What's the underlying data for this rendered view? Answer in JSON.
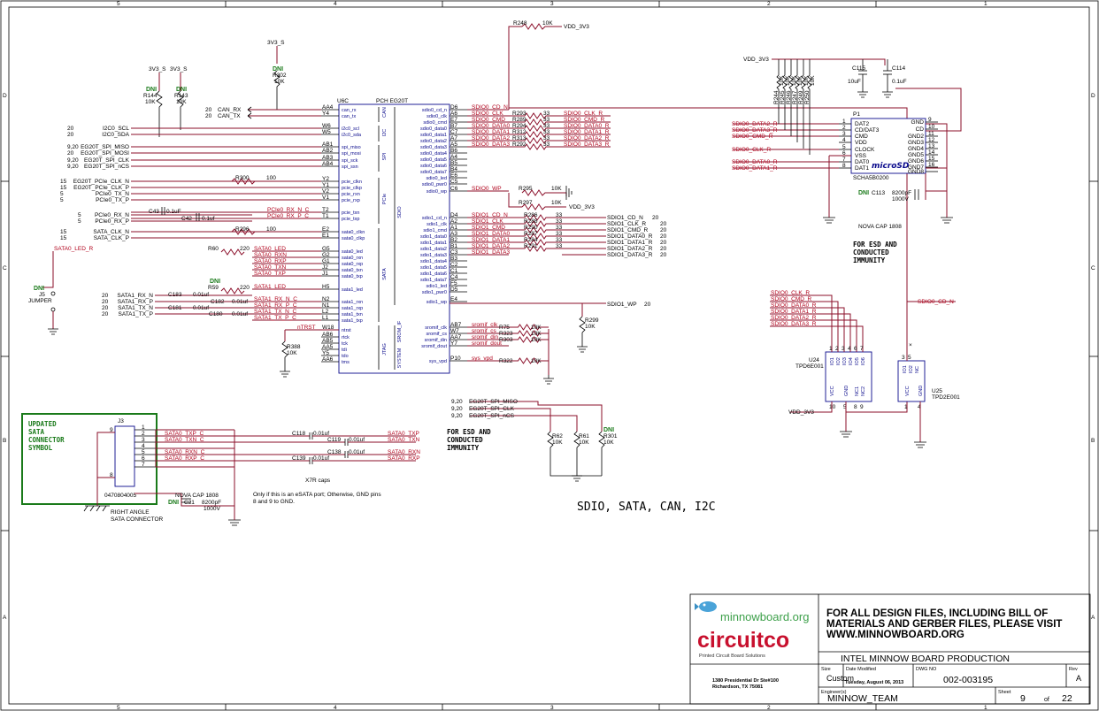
{
  "sheet_title": "SDIO, SATA, CAN, I2C",
  "border": {
    "columns": [
      "5",
      "4",
      "3",
      "2",
      "1"
    ],
    "rows": [
      "D",
      "C",
      "B",
      "A"
    ]
  },
  "main_ic": {
    "ref": "U6C",
    "part": "PCH EG20T",
    "groups": [
      "CAN",
      "I2C",
      "SPI",
      "PCIe",
      "SATA",
      "SDIO",
      "SROM_IF",
      "JTAG",
      "SYSTEM"
    ],
    "left_pins": [
      {
        "ball": "AA4",
        "name": "can_rx",
        "net": "CAN_RX",
        "num": "20"
      },
      {
        "ball": "Y4",
        "name": "can_tx",
        "net": "CAN_TX",
        "num": "20"
      },
      {
        "ball": "W6",
        "name": "i2c0_scl",
        "net": "I2C0_SCL",
        "num": "20"
      },
      {
        "ball": "W5",
        "name": "i2c0_sda",
        "net": "I2C0_SDA",
        "num": "20"
      },
      {
        "ball": "AB1",
        "name": "spi_miso",
        "net": "EG20T_SPI_MISO",
        "num": "9,20"
      },
      {
        "ball": "AB2",
        "name": "spi_mosi",
        "net": "EG20T_SPI_MOSI",
        "num": "20"
      },
      {
        "ball": "AB3",
        "name": "spi_sck",
        "net": "EG20T_SPI_CLK",
        "num": "9,20"
      },
      {
        "ball": "AB4",
        "name": "spi_ssn",
        "net": "EG20T_SPI_nCS",
        "num": "9,20"
      },
      {
        "ball": "Y2",
        "name": "pcie_clkn",
        "net": "EG20T_PCIe_CLK_N",
        "num": "15"
      },
      {
        "ball": "Y1",
        "name": "pcie_clkp",
        "net": "EG20T_PCIe_CLK_P",
        "num": "15"
      },
      {
        "ball": "V2",
        "name": "pcie_rxn",
        "net": "PCIe0_TX_N",
        "num": "5"
      },
      {
        "ball": "V1",
        "name": "pcie_rxp",
        "net": "PCIe0_TX_P",
        "num": "5"
      },
      {
        "ball": "T2",
        "name": "pcie_txn",
        "net": "PCIe0_RX_N_C",
        "num": ""
      },
      {
        "ball": "T1",
        "name": "pcie_txp",
        "net": "PCIe0_RX_P_C",
        "num": ""
      },
      {
        "ball": "E2",
        "name": "sata0_clkn",
        "net": "SATA_CLK_N",
        "num": "15"
      },
      {
        "ball": "E1",
        "name": "sata0_clkp",
        "net": "SATA_CLK_P",
        "num": "15"
      },
      {
        "ball": "G5",
        "name": "sata0_led",
        "net": "SATA0_LED",
        "num": ""
      },
      {
        "ball": "G2",
        "name": "sata0_rxn",
        "net": "SATA0_RXN",
        "num": ""
      },
      {
        "ball": "G1",
        "name": "sata0_rxp",
        "net": "SATA0_RXP",
        "num": ""
      },
      {
        "ball": "J2",
        "name": "sata0_txn",
        "net": "SATA0_TXN",
        "num": ""
      },
      {
        "ball": "J1",
        "name": "sata0_txp",
        "net": "SATA0_TXP",
        "num": ""
      },
      {
        "ball": "H5",
        "name": "sata1_led",
        "net": "SATA1_LED",
        "num": ""
      },
      {
        "ball": "N2",
        "name": "sata1_rxn",
        "net": "SATA1_RX_N_C",
        "num": ""
      },
      {
        "ball": "N1",
        "name": "sata1_rxp",
        "net": "SATA1_RX_P_C",
        "num": ""
      },
      {
        "ball": "L2",
        "name": "sata1_txn",
        "net": "SATA1_TX_N_C",
        "num": ""
      },
      {
        "ball": "L1",
        "name": "sata1_txp",
        "net": "SATA1_TX_P_C",
        "num": ""
      },
      {
        "ball": "W18",
        "name": "ntrst",
        "net": "nTRST",
        "num": ""
      },
      {
        "ball": "AB6",
        "name": "rtck",
        "net": "",
        "num": ""
      },
      {
        "ball": "AB5",
        "name": "tck",
        "net": "",
        "num": ""
      },
      {
        "ball": "AA5",
        "name": "tdi",
        "net": "",
        "num": ""
      },
      {
        "ball": "Y5",
        "name": "tdo",
        "net": "",
        "num": ""
      },
      {
        "ball": "AA6",
        "name": "tms",
        "net": "",
        "num": ""
      }
    ],
    "right_pins": [
      {
        "ball": "D6",
        "name": "sdio0_cd_n",
        "net": "SDIO0_CD_N"
      },
      {
        "ball": "A6",
        "name": "sdio0_clk",
        "net": "SDIO0_CLK"
      },
      {
        "ball": "E7",
        "name": "sdio0_cmd",
        "net": "SDIO0_CMD"
      },
      {
        "ball": "B7",
        "name": "sdio0_data0",
        "net": "SDIO0_DATA0"
      },
      {
        "ball": "C7",
        "name": "sdio0_data1",
        "net": "SDIO0_DATA1"
      },
      {
        "ball": "A7",
        "name": "sdio0_data2",
        "net": "SDIO0_DATA2"
      },
      {
        "ball": "A5",
        "name": "sdio0_data3",
        "net": "SDIO0_DATA3"
      },
      {
        "ball": "B6",
        "name": "sdio0_data4",
        "net": ""
      },
      {
        "ball": "A4",
        "name": "sdio0_data5",
        "net": ""
      },
      {
        "ball": "B5",
        "name": "sdio0_data6",
        "net": ""
      },
      {
        "ball": "B4",
        "name": "sdio0_data7",
        "net": ""
      },
      {
        "ball": "E6",
        "name": "sdio0_led",
        "net": ""
      },
      {
        "ball": "C5",
        "name": "sdio0_pwr0",
        "net": ""
      },
      {
        "ball": "C6",
        "name": "sdio0_wp",
        "net": "SDIO0_WP"
      },
      {
        "ball": "D4",
        "name": "sdio1_cd_n",
        "net": "SDIO1_CD_N"
      },
      {
        "ball": "A2",
        "name": "sdio1_clk",
        "net": "SDIO1_CLK"
      },
      {
        "ball": "A1",
        "name": "sdio1_cmd",
        "net": "SDIO1_CMD"
      },
      {
        "ball": "A3",
        "name": "sdio1_data0",
        "net": "SDIO1_DATA0"
      },
      {
        "ball": "B2",
        "name": "sdio1_data1",
        "net": "SDIO1_DATA1"
      },
      {
        "ball": "B1",
        "name": "sdio1_data2",
        "net": "SDIO1_DATA2"
      },
      {
        "ball": "C3",
        "name": "sdio1_data3",
        "net": "SDIO1_DATA3"
      },
      {
        "ball": "B3",
        "name": "sdio1_data4",
        "net": ""
      },
      {
        "ball": "C2",
        "name": "sdio1_data5",
        "net": ""
      },
      {
        "ball": "C1",
        "name": "sdio1_data6",
        "net": ""
      },
      {
        "ball": "C4",
        "name": "sdio1_data7",
        "net": ""
      },
      {
        "ball": "F5",
        "name": "sdio1_led",
        "net": ""
      },
      {
        "ball": "D5",
        "name": "sdio1_pwr0",
        "net": ""
      },
      {
        "ball": "E4",
        "name": "sdio1_wp",
        "net": "SDIO1_WP"
      },
      {
        "ball": "AB7",
        "name": "sromif_clk",
        "net": "sromif_clk"
      },
      {
        "ball": "W7",
        "name": "sromif_cs",
        "net": "sromif_cs"
      },
      {
        "ball": "AA7",
        "name": "sromif_din",
        "net": "sromif_din"
      },
      {
        "ball": "Y7",
        "name": "sromif_dout",
        "net": "sromif_dout"
      },
      {
        "ball": "P10",
        "name": "sys_vpd",
        "net": "sys_vpd"
      }
    ]
  },
  "sdio0_resistors": [
    {
      "ref": "R293",
      "val": "33",
      "out": "SDIO0_CLK_R"
    },
    {
      "ref": "R289",
      "val": "33",
      "out": "SDIO0_CMD_R"
    },
    {
      "ref": "R294",
      "val": "33",
      "out": "SDIO0_DATA0_R"
    },
    {
      "ref": "R312",
      "val": "33",
      "out": "SDIO0_DATA1_R"
    },
    {
      "ref": "R313",
      "val": "33",
      "out": "SDIO0_DATA2_R"
    },
    {
      "ref": "R292",
      "val": "33",
      "out": "SDIO0_DATA3_R"
    }
  ],
  "sdio1_resistors": [
    {
      "ref": "R286",
      "val": "33",
      "out": "SDIO1_CD_N",
      "num": "20"
    },
    {
      "ref": "R288",
      "val": "33",
      "out": "SDIO1_CLK_R",
      "num": "20"
    },
    {
      "ref": "R290",
      "val": "33",
      "out": "SDIO1_CMD_R",
      "num": "20"
    },
    {
      "ref": "R287",
      "val": "33",
      "out": "SDIO1_DATA0_R",
      "num": "20"
    },
    {
      "ref": "R284",
      "val": "33",
      "out": "SDIO1_DATA1_R",
      "num": "20"
    },
    {
      "ref": "R291",
      "val": "33",
      "out": "SDIO1_DATA2_R",
      "num": "20"
    },
    {
      "ref": "",
      "val": "",
      "out": "SDIO1_DATA3_R",
      "num": "20"
    }
  ],
  "misc_labels": {
    "r248": "R248",
    "r248_val": "10K",
    "vdd_3v3": "VDD_3V3",
    "r295": "R295",
    "r297": "R297",
    "r299": "R299",
    "r302": "R302",
    "r144": "R144",
    "r143": "R143",
    "r300": "R300",
    "r296": "R296",
    "r60": "R60",
    "r59": "R59",
    "r388": "R388",
    "r322": "R322",
    "r75": "R75",
    "r323": "R323",
    "r303": "R303",
    "r62": "R62",
    "r61": "R61",
    "r301": "R301",
    "v10k": "10K",
    "v100": "100",
    "v220": "220",
    "v33": "33",
    "v3v3_s": "3V3_S",
    "dni": "DNI",
    "sata0_led_r": "SATA0_LED_R",
    "j5": "J5",
    "jumper": "JUMPER",
    "sdio1_wp_num": "20",
    "c43": "C43",
    "c42": "C42",
    "c183": "C183",
    "c181": "C181",
    "c182": "C182",
    "c180": "C180",
    "cap01": "0.1uF",
    "cap01b": "0.1uf",
    "cap001": "0.01uf",
    "sata1_rx_n": "SATA1_RX_N",
    "sata1_rx_p": "SATA1_RX_P",
    "sata1_tx_n": "SATA1_TX_N",
    "sata1_tx_p": "SATA1_TX_P",
    "pcie0_rx_n": "PCIe0_RX_N",
    "pcie0_rx_p": "PCIe0_RX_P",
    "spi_miso": "EG20T_SPI_MISO",
    "spi_clk": "EG20T_SPI_CLK",
    "spi_ncs": "EG20T_SPI_nCS",
    "num920": "9,20"
  },
  "microsd": {
    "ref": "P1",
    "part": "SCHA5B0200",
    "logo": "microSD",
    "left": [
      {
        "num": "1",
        "name": "DAT2",
        "net": "SDIO0_DATA2_R"
      },
      {
        "num": "2",
        "name": "CD/DAT3",
        "net": "SDIO0_DATA3_R"
      },
      {
        "num": "3",
        "name": "CMD",
        "net": "SDIO0_CMD_R"
      },
      {
        "num": "4",
        "name": "VDD",
        "net": ""
      },
      {
        "num": "5",
        "name": "CLOCK",
        "net": "SDIO0_CLK_R"
      },
      {
        "num": "6",
        "name": "VSS",
        "net": ""
      },
      {
        "num": "7",
        "name": "DAT0",
        "net": "SDIO0_DATA0_R"
      },
      {
        "num": "8",
        "name": "DAT1",
        "net": "SDIO0_DATA1_R"
      }
    ],
    "right": [
      {
        "num": "9",
        "name": "GND"
      },
      {
        "num": "10",
        "name": "CD"
      },
      {
        "num": "11",
        "name": "GND2"
      },
      {
        "num": "12",
        "name": "GND3"
      },
      {
        "num": "13",
        "name": "GND4"
      },
      {
        "num": "14",
        "name": "GND5"
      },
      {
        "num": "15",
        "name": "GND6"
      },
      {
        "num": "16",
        "name": "GND7"
      },
      {
        "num": "",
        "name": "GND8"
      }
    ],
    "vdd": "VDD_3V3",
    "caps": [
      {
        "ref": "C115",
        "val": "10uF"
      },
      {
        "ref": "C114",
        "val": "0.1uF"
      }
    ],
    "pullups": [
      "R244",
      "R245",
      "R246",
      "R247",
      "R249",
      "R250"
    ],
    "pullup_val": "10K",
    "c113": {
      "ref": "C113",
      "val1": "8200pF",
      "val2": "1000V"
    },
    "nova": "NOVA CAP 1808",
    "esd_note": [
      "FOR ESD AND",
      "CONDUCTED",
      "IMMUNITY"
    ]
  },
  "u24": {
    "ref": "U24",
    "part": "TPD6E001",
    "nets": [
      "SDIO0_CLK_R",
      "SDIO0_CMD_R",
      "SDIO0_DATA0_R",
      "SDIO0_DATA1_R",
      "SDIO0_DATA2_R",
      "SDIO0_DATA3_R"
    ],
    "pins": [
      "IO1",
      "IO2",
      "IO3",
      "IO4",
      "IO5",
      "IO6",
      "VCC",
      "GND",
      "NC1",
      "NC2"
    ],
    "pin_nums": [
      "1",
      "2",
      "3",
      "4",
      "6",
      "7",
      "10",
      "5",
      "8",
      "9"
    ],
    "vdd": "VDD_3V3"
  },
  "u25": {
    "ref": "U25",
    "part": "TPD2E001",
    "net": "SDIO0_CD_N",
    "pins": [
      "IO1",
      "IO2",
      "NC",
      "VCC",
      "GND"
    ],
    "pin_nums": [
      "3",
      "5",
      "",
      "1",
      "4"
    ]
  },
  "sata_connector": {
    "box_title": [
      "UPDATED",
      "SATA",
      "CONNECTOR",
      "SYMBOL"
    ],
    "ref": "J3",
    "part": "0470804005",
    "desc": [
      "RIGHT ANGLE",
      "SATA CONNECTOR"
    ],
    "pins": [
      {
        "num": "1",
        "net": "",
        "cap": "",
        "cval": "",
        "out": ""
      },
      {
        "num": "2",
        "net": "SATA0_TXP_C",
        "cap": "C118",
        "cval": "0.01uf",
        "out": "SATA0_TXP"
      },
      {
        "num": "3",
        "net": "SATA0_TXN_C",
        "cap": "C119",
        "cval": "0.01uf",
        "out": "SATA0_TXN"
      },
      {
        "num": "4",
        "net": "",
        "cap": "",
        "cval": "",
        "out": ""
      },
      {
        "num": "5",
        "net": "SATA0_RXN_C",
        "cap": "C138",
        "cval": "0.01uf",
        "out": "SATA0_RXN"
      },
      {
        "num": "6",
        "net": "SATA0_RXP_C",
        "cap": "C139",
        "cval": "0.01uf",
        "out": "SATA0_RXP"
      },
      {
        "num": "7",
        "net": "",
        "cap": "",
        "cval": "",
        "out": ""
      }
    ],
    "c21": {
      "ref": "C21",
      "val1": "8200pF",
      "val2": "1000V"
    },
    "nova": "NOVA CAP 1808",
    "x7r": "X7R caps",
    "note": [
      "Only if this is an eSATA port; Otherwise, GND pins",
      "8 and 9 to GND."
    ]
  },
  "esd_note_mid": [
    "FOR ESD AND",
    "CONDUCTED",
    "IMMUNITY"
  ],
  "title_block": {
    "logo1": "minnowboard.org",
    "logo2": "circuitco",
    "logo2_tag": "Printed Circuit Board Solutions",
    "notice": [
      "FOR ALL DESIGN FILES, INCLUDING BILL OF",
      "MATERIALS AND GERBER FILES, PLEASE VISIT",
      "WWW.MINNOWBOARD.ORG"
    ],
    "address": [
      "1380 Presidential Dr Ste#100",
      "Richardson, TX 75081"
    ],
    "project": "INTEL MINNOW BOARD PRODUCTION",
    "size_label": "Size",
    "size": "Custom",
    "date_label": "Date Modified",
    "date": "Tuesday, August 06, 2013",
    "dwg_label": "DWG NO",
    "dwg": "002-003195",
    "rev_label": "Rev",
    "rev": "A",
    "engineer_label": "Engineer(s)",
    "engineer": "MINNOW_TEAM",
    "sheet_label": "Sheet",
    "sheet": "9",
    "of": "of",
    "total": "22"
  }
}
